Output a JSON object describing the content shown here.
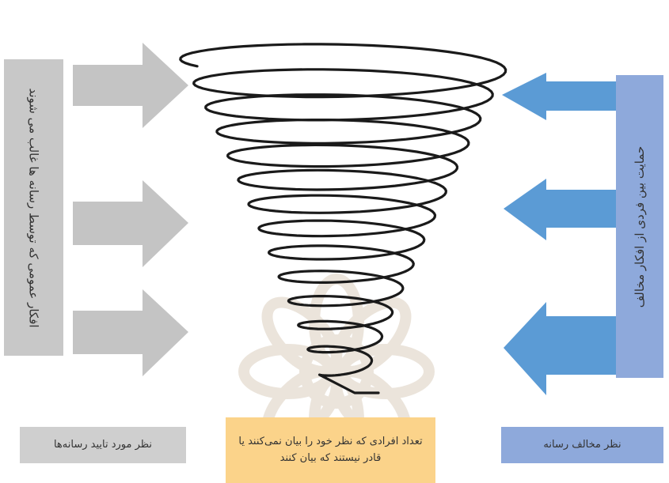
{
  "left_column": {
    "text": "افکار عمومی که توسط رسانه ها غالب می شوند",
    "color": "#c8c8c8"
  },
  "right_column": {
    "text": "حمایت بین فردی از افکار مخالف",
    "color": "#8ea9db"
  },
  "bottom_boxes": {
    "left": {
      "text": "نظر مورد تایید رسانه‌ها",
      "color": "#cfcfcf"
    },
    "center": {
      "text": "تعداد افرادی که نظر خود را بیان نمی‌کنند یا قادر نیستند که بیان کنند",
      "color": "#fbd38a"
    },
    "right": {
      "text": "نظر مخالف رسانه",
      "color": "#8ea9db"
    }
  },
  "arrows": {
    "left_color": "#c4c4c4",
    "right_color": "#5b9bd5",
    "count_per_side": 3
  },
  "spiral": {
    "color": "#1a1a1a",
    "turns": 13
  },
  "watermark": {
    "color": "#e9e2d8"
  }
}
